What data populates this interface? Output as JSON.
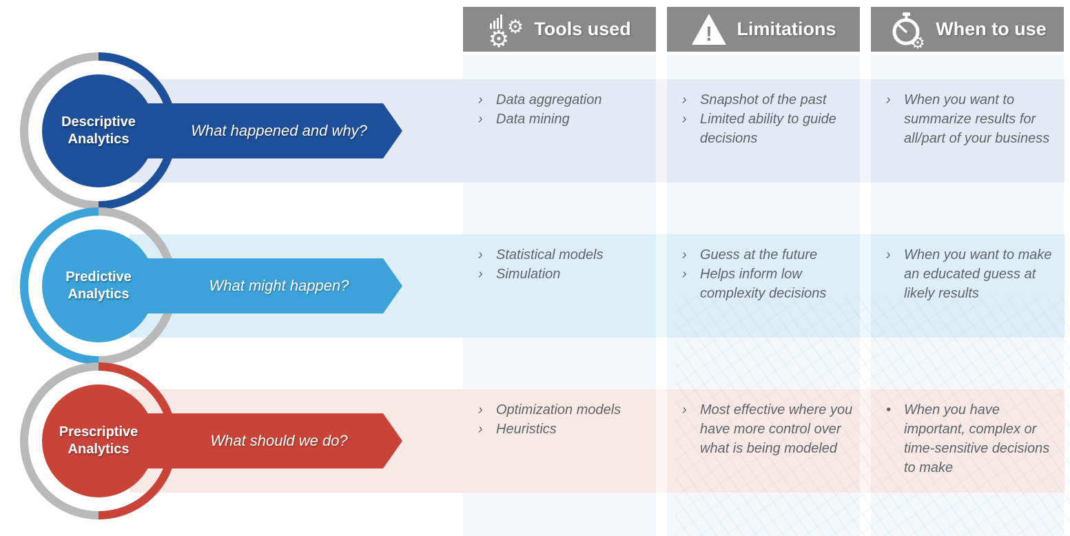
{
  "palette": {
    "header_bg": "#8a8a8a",
    "ring_gray": "#b9b9b9",
    "column_strip": "#f4f8fb",
    "bullet_text": "#5f646a",
    "white": "#ffffff"
  },
  "columns": [
    {
      "label": "Tools used",
      "icon": "gears-barchart-icon"
    },
    {
      "label": "Limitations",
      "icon": "warning-triangle-icon"
    },
    {
      "label": "When to use",
      "icon": "stopwatch-gear-icon"
    }
  ],
  "rows": [
    {
      "name": "Descriptive Analytics",
      "label_line1": "Descriptive",
      "label_line2": "Analytics",
      "question": "What happened and why?",
      "theme_color": "#1e4f9b",
      "band_color": "#e4e9f3",
      "tools_used": [
        {
          "marker": "›",
          "text": "Data aggregation"
        },
        {
          "marker": "›",
          "text": "Data mining"
        }
      ],
      "limitations": [
        {
          "marker": "›",
          "text": "Snapshot of the past"
        },
        {
          "marker": "›",
          "text": "Limited ability to guide decisions"
        }
      ],
      "when_to_use": [
        {
          "marker": "›",
          "text": "When you want to summarize results for all/part of your business"
        }
      ]
    },
    {
      "name": "Predictive Analytics",
      "label_line1": "Predictive",
      "label_line2": "Analytics",
      "question": "What might happen?",
      "theme_color": "#3ba2da",
      "band_color": "#dceef8",
      "tools_used": [
        {
          "marker": "›",
          "text": "Statistical models"
        },
        {
          "marker": "›",
          "text": "Simulation"
        }
      ],
      "limitations": [
        {
          "marker": "›",
          "text": "Guess at the future"
        },
        {
          "marker": "›",
          "text": "Helps inform low complexity decisions"
        }
      ],
      "when_to_use": [
        {
          "marker": "›",
          "text": "When you want to make an educated guess at likely results"
        }
      ]
    },
    {
      "name": "Prescriptive Analytics",
      "label_line1": "Prescriptive",
      "label_line2": "Analytics",
      "question": "What should we do?",
      "theme_color": "#c94438",
      "band_color": "#f8e8e6",
      "tools_used": [
        {
          "marker": "›",
          "text": "Optimization models"
        },
        {
          "marker": "›",
          "text": "Heuristics"
        }
      ],
      "limitations": [
        {
          "marker": "›",
          "text": "Most effective where you have more control over what is being modeled"
        }
      ],
      "when_to_use": [
        {
          "marker": "•",
          "text": "When you have important, complex or time-sensitive decisions to make"
        }
      ]
    }
  ]
}
